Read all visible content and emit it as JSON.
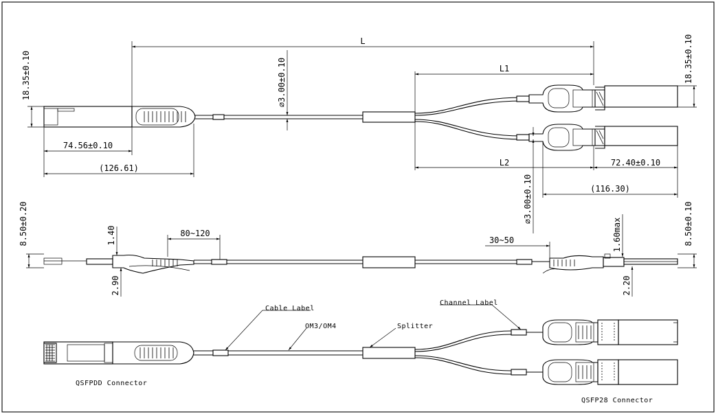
{
  "dimensions": {
    "overall_length": "L",
    "branch_length_1": "L1",
    "branch_length_2": "L2",
    "cable_diameter_main": "∅3.00±0.10",
    "cable_diameter_branch": "∅3.00±0.10",
    "left_connector_height": "18.35±0.10",
    "right_connector_height": "18.35±0.10",
    "left_connector_body": "74.56±0.10",
    "left_connector_total": "(126.61)",
    "right_connector_body": "72.40±0.10",
    "right_connector_total": "(116.30)",
    "left_side_thickness": "8.50±0.20",
    "right_side_thickness": "8.50±0.10",
    "left_latch_height": "1.40",
    "left_latch_offset": "2.90",
    "label_position_left": "80~120",
    "label_position_right": "30~50",
    "right_latch_height": "1.60max",
    "right_latch_offset": "2.20"
  },
  "callouts": {
    "cable_label": "Cable Label",
    "fiber_type": "OM3/OM4",
    "splitter": "Splitter",
    "channel_label": "Channel Label"
  },
  "connectors": {
    "left": "QSFPDD Connector",
    "right": "QSFP28 Connector"
  }
}
